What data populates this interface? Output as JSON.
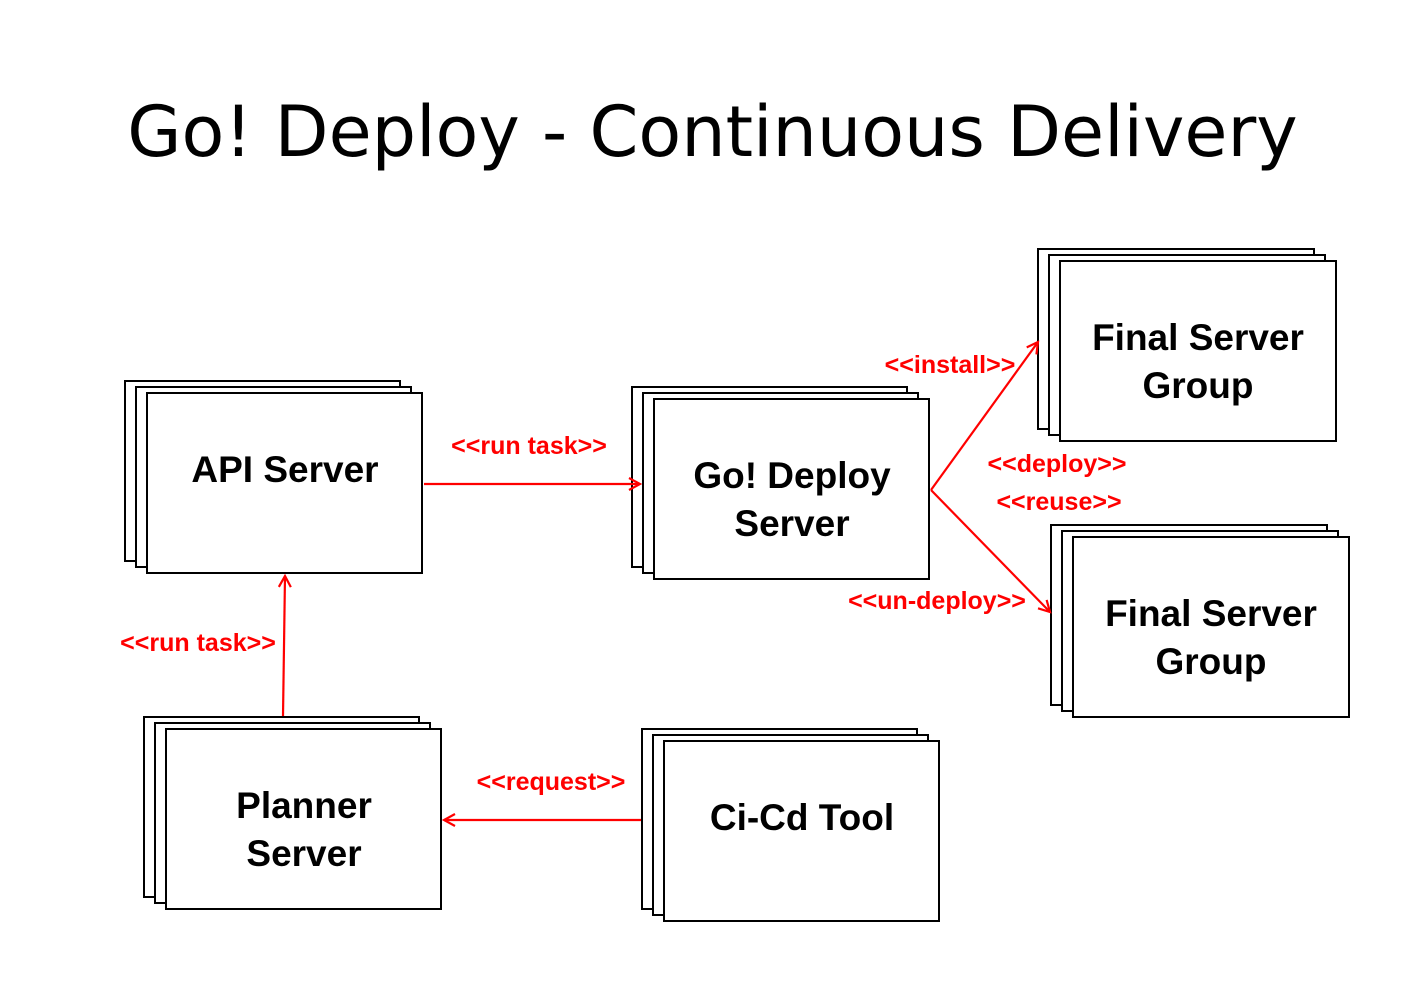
{
  "title": "Go! Deploy - Continuous Delivery",
  "colors": {
    "edge": "#ff0000",
    "node_stroke": "#000000",
    "node_fill": "#ffffff",
    "text": "#000000"
  },
  "nodes": {
    "api_server": {
      "line1": "API Server"
    },
    "go_deploy_server": {
      "line1": "Go! Deploy",
      "line2": "Server"
    },
    "final_server_group_1": {
      "line1": "Final Server",
      "line2": "Group"
    },
    "final_server_group_2": {
      "line1": "Final Server",
      "line2": "Group"
    },
    "planner_server": {
      "line1": "Planner",
      "line2": "Server"
    },
    "ci_cd_tool": {
      "line1": "Ci-Cd Tool"
    }
  },
  "edges": {
    "api_to_deploy": "<<run task>>",
    "planner_to_api": "<<run task>>",
    "cicd_to_planner": "<<request>>",
    "deploy_install": "<<install>>",
    "deploy_deploy": "<<deploy>>",
    "deploy_reuse": "<<reuse>>",
    "deploy_undeploy": "<<un-deploy>>"
  }
}
